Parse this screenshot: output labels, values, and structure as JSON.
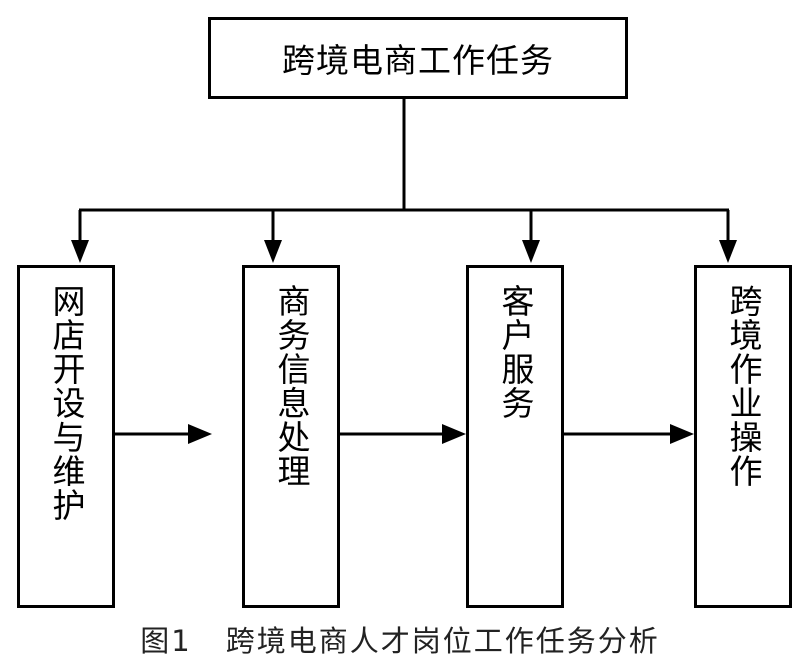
{
  "diagram": {
    "root": {
      "label": "跨境电商工作任务"
    },
    "tasks": [
      {
        "label": "网店开设与维护"
      },
      {
        "label": "商务信息处理"
      },
      {
        "label": "客户服务"
      },
      {
        "label": "跨境作业操作"
      }
    ]
  },
  "caption": {
    "figure_number": "图1",
    "title": "跨境电商人才岗位工作任务分析"
  }
}
